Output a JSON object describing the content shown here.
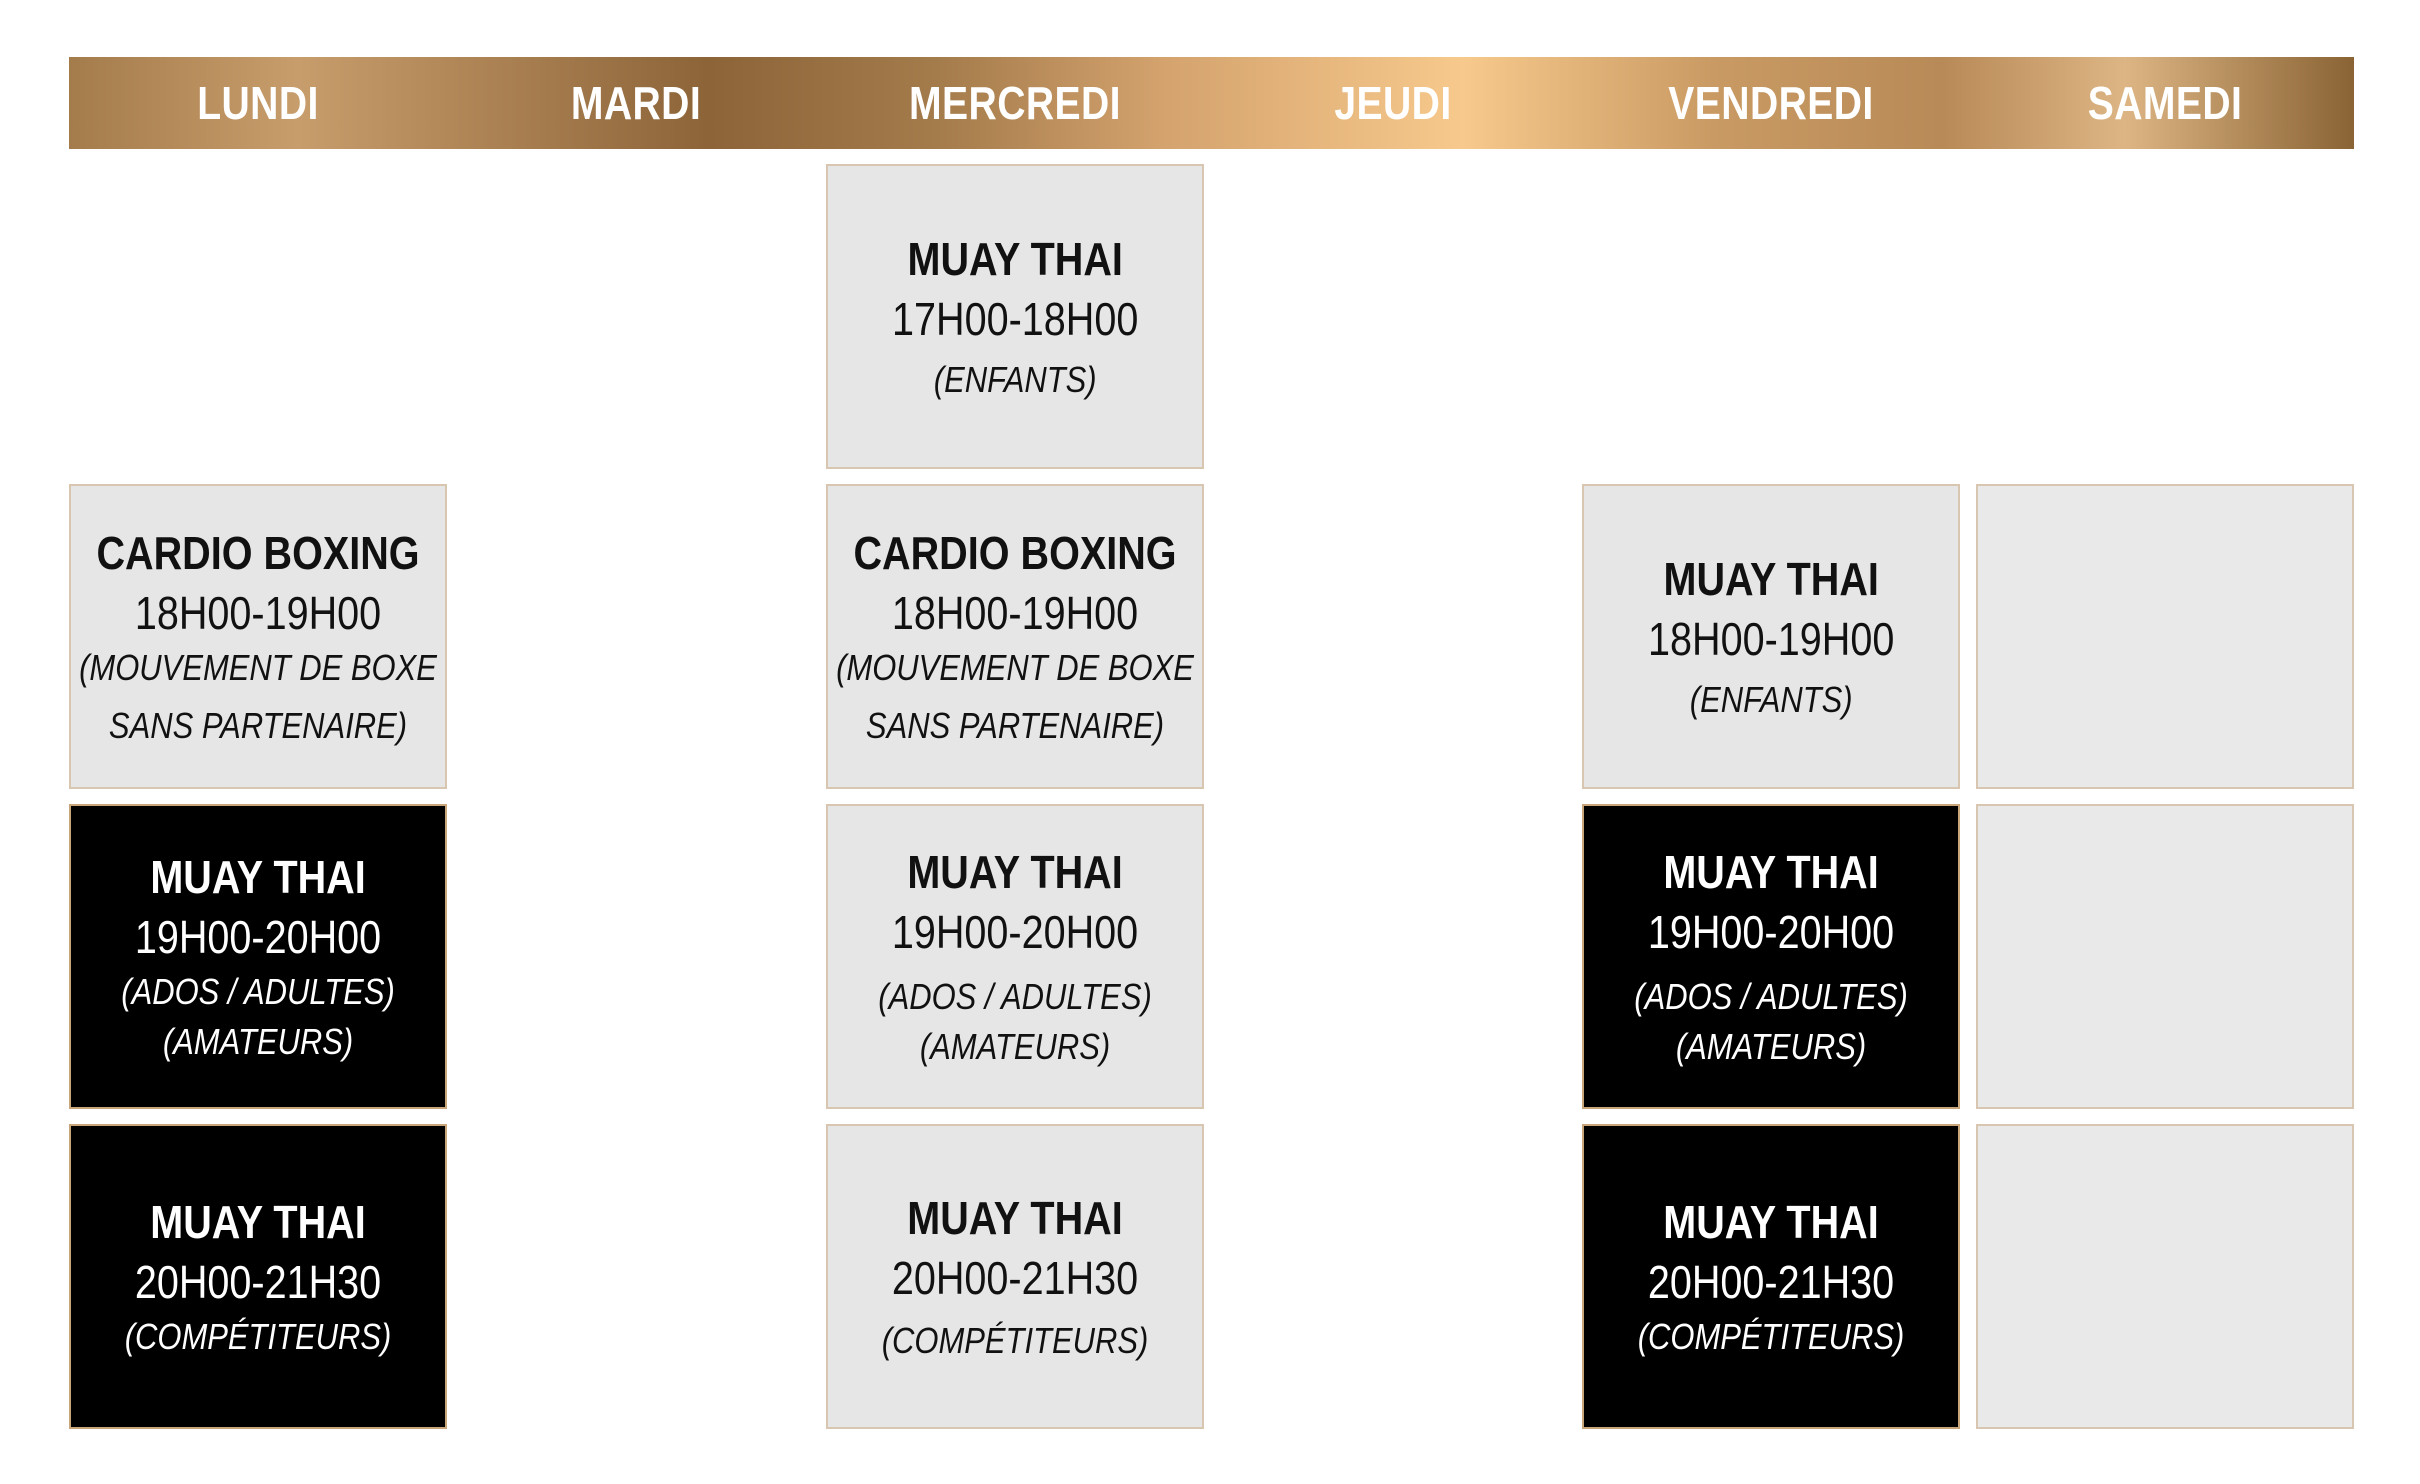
{
  "days": [
    "LUNDI",
    "MARDI",
    "MERCREDI",
    "JEUDI",
    "VENDREDI",
    "SAMEDI"
  ],
  "colors": {
    "header_gold": "#c89d6c",
    "light_cell": "#e6e6e6",
    "dark_cell": "#000000"
  },
  "sessions": {
    "wed_1700": {
      "title": "MUAY THAI",
      "time": "17H00-18H00",
      "notes": [
        "(ENFANTS)"
      ]
    },
    "mon_1800": {
      "title": "CARDIO BOXING",
      "time": "18H00-19H00",
      "notes": [
        "(MOUVEMENT DE BOXE",
        "SANS PARTENAIRE)"
      ]
    },
    "wed_1800": {
      "title": "CARDIO BOXING",
      "time": "18H00-19H00",
      "notes": [
        "(MOUVEMENT DE BOXE",
        "SANS PARTENAIRE)"
      ]
    },
    "fri_1800": {
      "title": "MUAY THAI",
      "time": "18H00-19H00",
      "notes": [
        "(ENFANTS)"
      ]
    },
    "mon_1900": {
      "title": "MUAY THAI",
      "time": "19H00-20H00",
      "notes": [
        "(ADOS / ADULTES)",
        "(AMATEURS)"
      ]
    },
    "wed_1900": {
      "title": "MUAY THAI",
      "time": "19H00-20H00",
      "notes": [
        "(ADOS / ADULTES)",
        "(AMATEURS)"
      ]
    },
    "fri_1900": {
      "title": "MUAY THAI",
      "time": "19H00-20H00",
      "notes": [
        "(ADOS / ADULTES)",
        "(AMATEURS)"
      ]
    },
    "mon_2000": {
      "title": "MUAY THAI",
      "time": "20H00-21H30",
      "notes": [
        "(COMPÉTITEURS)"
      ]
    },
    "wed_2000": {
      "title": "MUAY THAI",
      "time": "20H00-21H30",
      "notes": [
        "(COMPÉTITEURS)"
      ]
    },
    "fri_2000": {
      "title": "MUAY THAI",
      "time": "20H00-21H30",
      "notes": [
        "(COMPÉTITEURS)"
      ]
    }
  }
}
